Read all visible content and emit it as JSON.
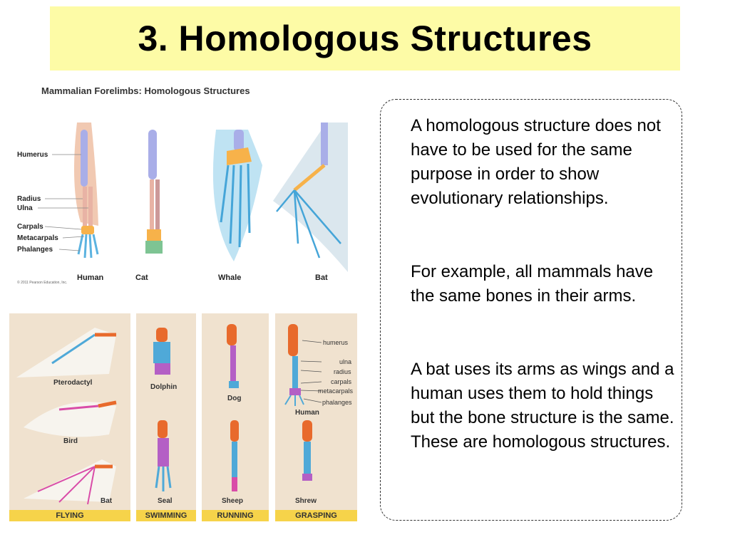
{
  "slide": {
    "title": "3. Homologous Structures",
    "colors": {
      "title_bg": "#fdfba6",
      "panel_bg": "#f0e2cf",
      "footer_bg": "#f6d34a"
    }
  },
  "figure_top": {
    "title": "Mammalian Forelimbs: Homologous Structures",
    "bone_labels": [
      "Humerus",
      "Radius",
      "Ulna",
      "Carpals",
      "Metacarpals",
      "Phalanges"
    ],
    "animals": [
      "Human",
      "Cat",
      "Whale",
      "Bat"
    ],
    "credit": "© 2011 Pearson Education, Inc."
  },
  "figure_bottom": {
    "panels": [
      {
        "footer": "FLYING",
        "animals": [
          "Pterodactyl",
          "Bird",
          "Bat"
        ]
      },
      {
        "footer": "SWIMMING",
        "animals": [
          "Dolphin",
          "Seal"
        ]
      },
      {
        "footer": "RUNNING",
        "animals": [
          "Dog",
          "Sheep"
        ]
      },
      {
        "footer": "GRASPING",
        "animals": [
          "Human",
          "Shrew"
        ]
      }
    ],
    "bone_labels": [
      "humerus",
      "ulna",
      "radius",
      "carpals",
      "metacarpals",
      "phalanges"
    ]
  },
  "textbox": {
    "paragraphs": [
      "A homologous structure does not have to be used for the same purpose in order to show evolutionary relationships.",
      "For example, all mammals have the same bones in their arms.",
      "A bat uses its arms as wings and a human uses them to hold things but the bone structure is the same. These are homologous structures."
    ]
  }
}
